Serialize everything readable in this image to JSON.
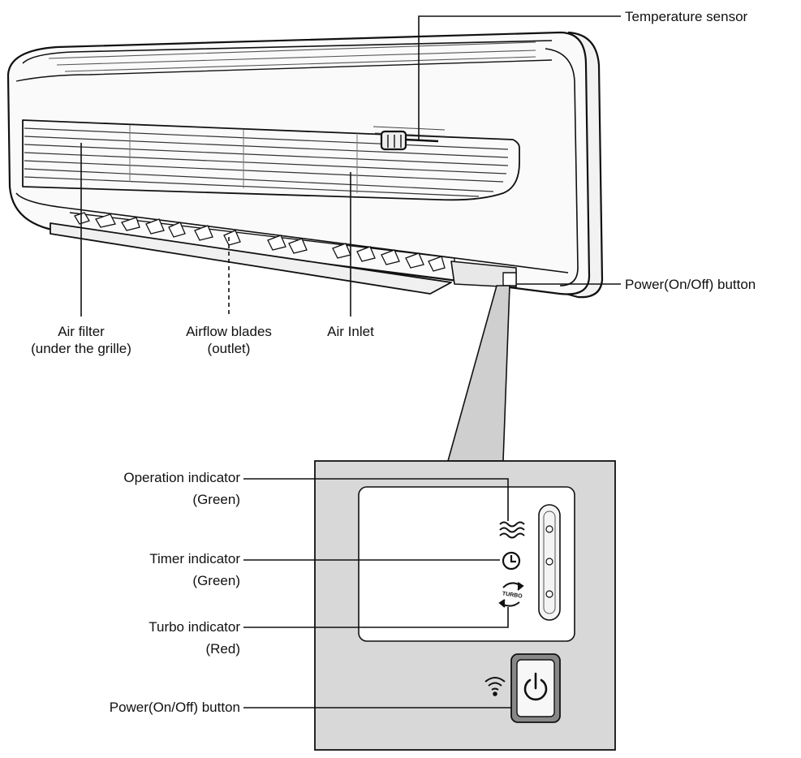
{
  "labels": {
    "temperature_sensor": "Temperature sensor",
    "power_button_top": "Power(On/Off) button",
    "air_filter": "Air filter",
    "air_filter_sub": "(under the grille)",
    "airflow_blades": "Airflow blades",
    "airflow_blades_sub": "(outlet)",
    "air_inlet": "Air Inlet",
    "operation_indicator": "Operation indicator",
    "operation_indicator_color": "(Green)",
    "timer_indicator": "Timer indicator",
    "timer_indicator_color": "(Green)",
    "turbo_indicator": "Turbo indicator",
    "turbo_indicator_color": "(Red)",
    "power_button_bottom": "Power(On/Off) button"
  },
  "panel": {
    "turbo_text": "TURBO"
  },
  "icons": {
    "operation": "airflow-waves-icon",
    "timer": "clock-icon",
    "turbo": "turbo-cycle-icon",
    "wifi": "wifi-icon",
    "power": "power-icon"
  }
}
